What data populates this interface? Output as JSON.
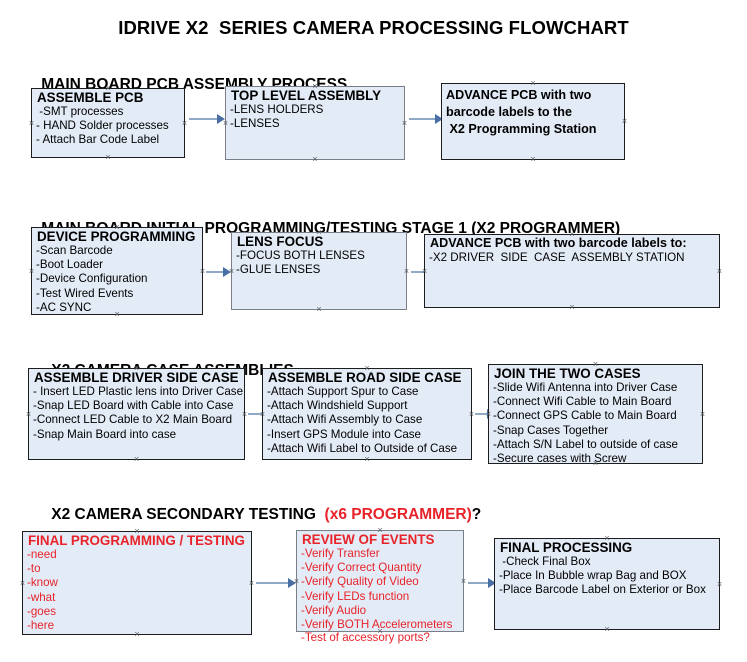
{
  "document": {
    "title": "IDRIVE X2  SERIES CAMERA PROCESSING FLOWCHART",
    "colors": {
      "box_fill": "#e3ebf6",
      "border_dark": "#1d1d1d",
      "border_gray": "#7a7e86",
      "accent_red": "#e8232a",
      "arrow_shaft": "#8fa8c4",
      "arrow_head": "#4a6fa5",
      "text": "#000000"
    }
  },
  "sections": [
    {
      "id": "main-board-pcb-assembly",
      "heading": "MAIN BOARD PCB ASSEMBLY PROCESS",
      "heading_suffix": "",
      "heading_suffix_tail": "",
      "boxes": [
        {
          "id": "assemble-pcb",
          "title": "ASSEMBLE PCB",
          "title_color": "black",
          "border": "dark",
          "lines": [
            " -SMT processes",
            "- HAND Solder processes",
            "- Attach Bar Code Label"
          ]
        },
        {
          "id": "top-level-assembly",
          "title": "TOP LEVEL ASSEMBLY",
          "title_color": "black",
          "border": "gray",
          "lines": [
            "-LENS HOLDERS",
            "-LENSES"
          ]
        },
        {
          "id": "advance-pcb-to-x2-programming-station",
          "title": "",
          "title_color": "black",
          "border": "dark",
          "bold_lines": [
            "ADVANCE PCB with two",
            "barcode labels to the",
            " X2 Programming Station"
          ],
          "lines": []
        }
      ]
    },
    {
      "id": "main-board-initial-programming",
      "heading": "MAIN BOARD INITIAL PROGRAMMING/TESTING STAGE 1 (X2 PROGRAMMER)",
      "heading_suffix": "",
      "heading_suffix_tail": "",
      "boxes": [
        {
          "id": "device-programming",
          "title": "DEVICE PROGRAMMING",
          "title_color": "black",
          "border": "dark",
          "lines": [
            "-Scan Barcode",
            "-Boot Loader",
            "-Device Configuration",
            "-Test Wired Events",
            "-AC SYNC"
          ]
        },
        {
          "id": "lens-focus",
          "title": "LENS FOCUS",
          "title_color": "black",
          "border": "gray",
          "lines": [
            "-FOCUS BOTH LENSES",
            "-GLUE LENSES"
          ]
        },
        {
          "id": "advance-pcb-to-driver-side-case-station",
          "title": "ADVANCE PCB with two barcode labels to:",
          "title_color": "black",
          "border": "dark",
          "lines": [
            "-X2 DRIVER  SIDE  CASE  ASSEMBLY STATION"
          ]
        }
      ]
    },
    {
      "id": "x2-camera-case-assemblies",
      "heading": "X2 CAMERA CASE ASSEMBLIES",
      "heading_suffix": "",
      "heading_suffix_tail": "",
      "boxes": [
        {
          "id": "assemble-driver-side-case",
          "title": "ASSEMBLE DRIVER SIDE CASE",
          "title_color": "black",
          "border": "dark",
          "lines": [
            "- Insert LED Plastic lens into Driver Case",
            "-Snap LED Board with Cable into Case",
            "-Connect LED Cable to X2 Main Board",
            "-Snap Main Board into case"
          ]
        },
        {
          "id": "assemble-road-side-case",
          "title": "ASSEMBLE ROAD SIDE CASE",
          "title_color": "black",
          "border": "dark",
          "lines": [
            "-Attach Support Spur to Case",
            "-Attach Windshield Support",
            "-Attach Wifi Assembly to Case",
            "-Insert GPS Module into Case",
            "-Attach Wifi Label to Outside of Case"
          ]
        },
        {
          "id": "join-the-two-cases",
          "title": "JOIN THE TWO CASES",
          "title_color": "black",
          "border": "dark",
          "lines": [
            "-Slide Wifi Antenna into Driver Case",
            "-Connect Wifi Cable to Main Board",
            "-Connect GPS Cable to Main Board",
            "-Snap Cases Together",
            "-Attach S/N Label to outside of case",
            "-Secure cases with Screw"
          ]
        }
      ]
    },
    {
      "id": "x2-camera-secondary-testing",
      "heading": "X2 CAMERA SECONDARY TESTING  ",
      "heading_suffix": "(x6 PROGRAMMER)",
      "heading_suffix_tail": "?",
      "boxes": [
        {
          "id": "final-programming-testing",
          "title": "FINAL PROGRAMMING / TESTING",
          "title_color": "red",
          "border": "dark",
          "lines": [
            "-need",
            "-to",
            "-know",
            "-what",
            "-goes",
            "-here"
          ]
        },
        {
          "id": "review-of-events",
          "title": "REVIEW OF EVENTS",
          "title_color": "red",
          "border": "gray",
          "lines": [
            "-Verify Transfer",
            "-Verify Correct Quantity",
            "-Verify Quality of Video",
            "-Verify LEDs function",
            "-Verify Audio",
            "-Verify BOTH Accelerometers"
          ],
          "overflow_line": "-Test of accessory ports?"
        },
        {
          "id": "final-processing",
          "title": "FINAL PROCESSING",
          "title_color": "black",
          "border": "dark",
          "lines": [
            " -Check Final Box",
            "-Place In Bubble wrap Bag and BOX",
            "-Place Barcode Label on Exterior or Box"
          ]
        }
      ]
    }
  ]
}
